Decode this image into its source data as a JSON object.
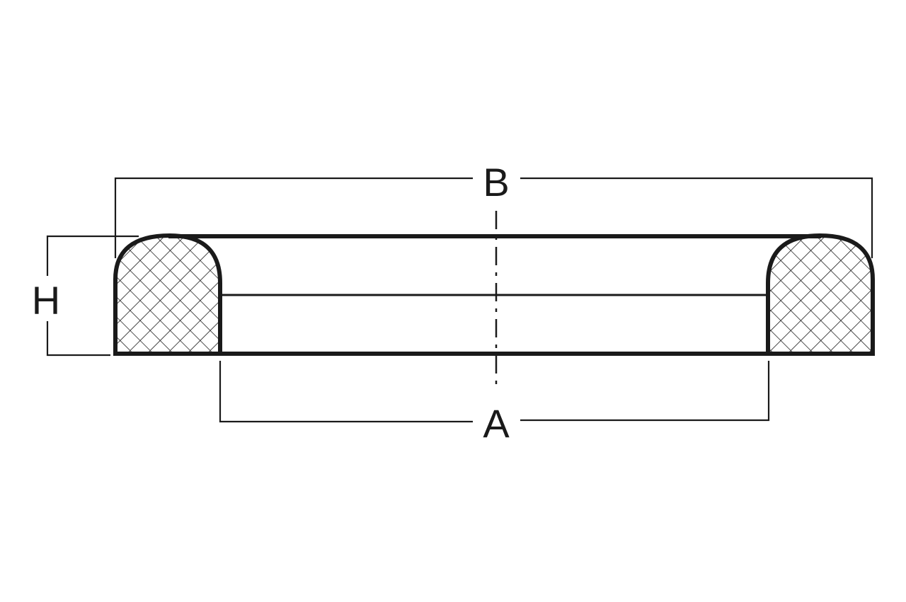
{
  "diagram": {
    "type": "gasket cross-section",
    "colors": {
      "stroke": "#1a1a1a",
      "background": "#ffffff",
      "hatch": "#1a1a1a"
    },
    "dimensions": {
      "outer_diameter": {
        "label": "B"
      },
      "inner_diameter": {
        "label": "A"
      },
      "height": {
        "label": "H"
      }
    },
    "centerline": {
      "style": "dash-dot"
    },
    "section_fill": "cross-hatch"
  }
}
